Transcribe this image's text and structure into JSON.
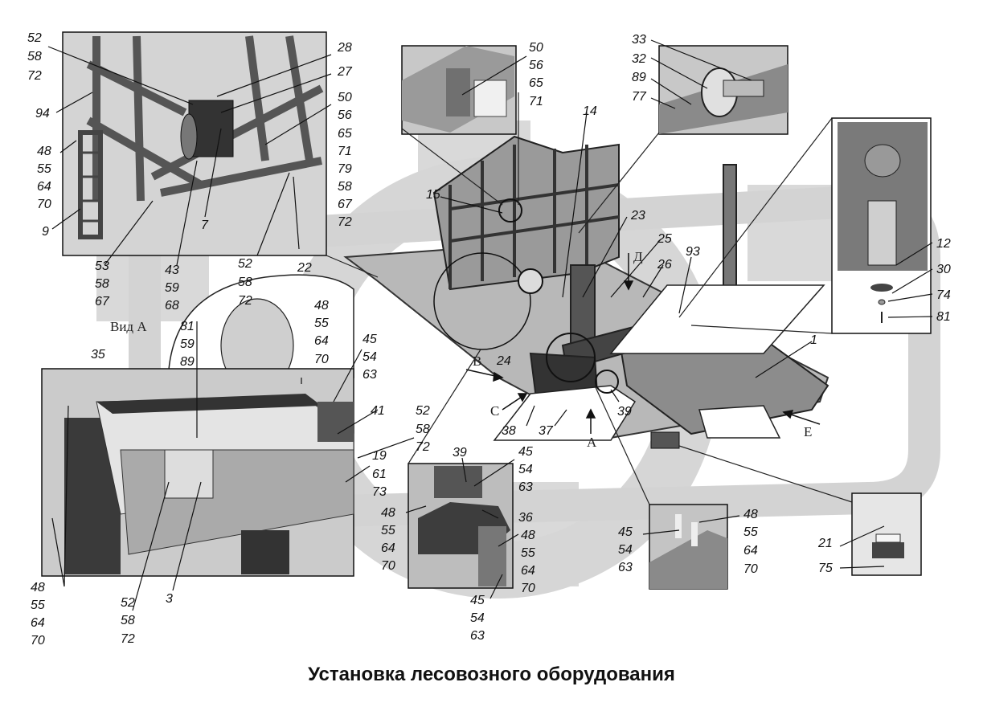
{
  "caption": "Установка лесовозного оборудования",
  "view_labels": [
    "Вид А",
    "В",
    "С",
    "Д",
    "А",
    "Е"
  ],
  "labels": {
    "tl_52_58_72": [
      "52",
      "58",
      "72"
    ],
    "tl_28": "28",
    "tl_27": "27",
    "tl_50_block": [
      "50",
      "56",
      "65",
      "71",
      "79",
      "58",
      "67",
      "72"
    ],
    "tl_94": "94",
    "tl_48_block": [
      "48",
      "55",
      "64",
      "70"
    ],
    "tl_9": "9",
    "tl_7": "7",
    "tl_22": "22",
    "tl_52b": [
      "52",
      "58",
      "72"
    ],
    "tl_53": [
      "53",
      "58",
      "67"
    ],
    "tl_43": [
      "43",
      "59",
      "68"
    ],
    "tc_50": [
      "50",
      "56",
      "65",
      "71"
    ],
    "tr_33": [
      "33",
      "32",
      "89",
      "77"
    ],
    "m_14": "14",
    "m_15": "15",
    "m_23": "23",
    "m_25": "25",
    "m_26": "26",
    "m_93": "93",
    "r_12": "12",
    "r_30": "30",
    "r_74": "74",
    "r_81": "81",
    "m_48b": [
      "48",
      "55",
      "64",
      "70"
    ],
    "m_81b": [
      "81",
      "59",
      "89"
    ],
    "m_45a": [
      "45",
      "54",
      "63"
    ],
    "m_24": "24",
    "m_1": "1",
    "bl_35": "35",
    "bl_41": "41",
    "bl_52c": [
      "52",
      "58",
      "72"
    ],
    "bl_19": [
      "19",
      "61",
      "73"
    ],
    "bl_48c": [
      "48",
      "55",
      "64",
      "70"
    ],
    "bl_52d": [
      "52",
      "58",
      "72"
    ],
    "bl_3": "3",
    "m_38": "38",
    "m_37": "37",
    "m_39a": "39",
    "bc_39": "39",
    "bc_45a": [
      "45",
      "54",
      "63"
    ],
    "bc_48a": [
      "48",
      "55",
      "64",
      "70"
    ],
    "bc_36": "36",
    "bc_48b": [
      "48",
      "55",
      "64",
      "70"
    ],
    "bc_45b": [
      "45",
      "54",
      "63"
    ],
    "br_45": [
      "45",
      "54",
      "63"
    ],
    "br_48": [
      "48",
      "55",
      "64",
      "70"
    ],
    "rr_21": "21",
    "rr_75": "75"
  }
}
